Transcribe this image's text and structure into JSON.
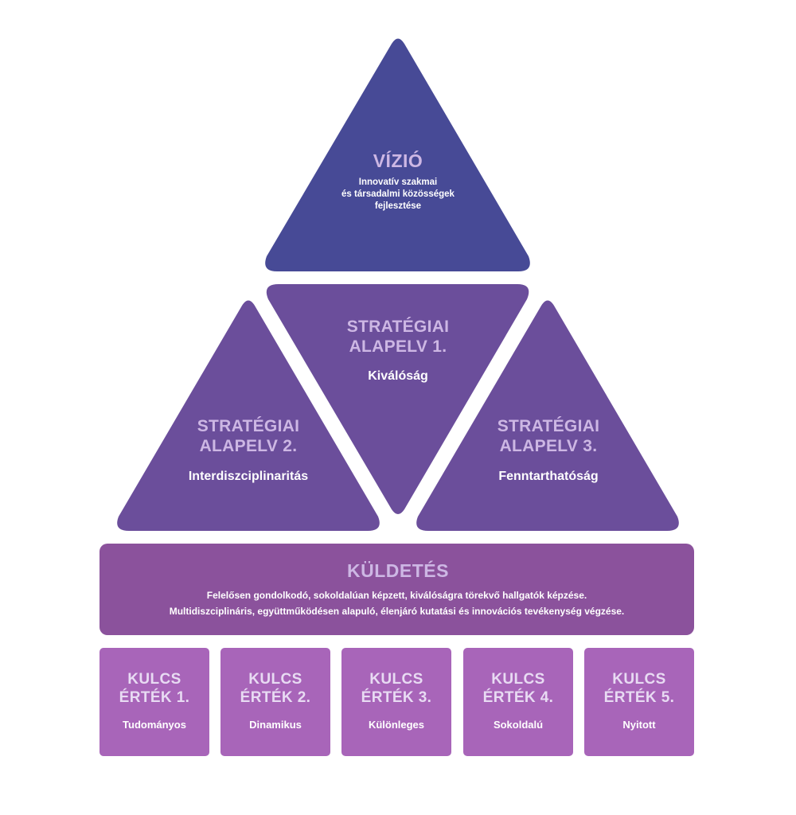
{
  "colors": {
    "vision": "#474a96",
    "principles": "#6b4e9b",
    "mission": "#8b529c",
    "values": "#a865b9",
    "heading_text": "#cdb7e4",
    "body_text": "#ffffff"
  },
  "vision": {
    "title": "VÍZIÓ",
    "text_lines": [
      "Innovatív szakmai",
      "és társadalmi közösségek",
      "fejlesztése"
    ]
  },
  "principles": [
    {
      "title_line1": "STRATÉGIAI",
      "title_line2": "ALAPELV 1.",
      "subtitle": "Kiválóság"
    },
    {
      "title_line1": "STRATÉGIAI",
      "title_line2": "ALAPELV 2.",
      "subtitle": "Interdiszciplinaritás"
    },
    {
      "title_line1": "STRATÉGIAI",
      "title_line2": "ALAPELV 3.",
      "subtitle": "Fenntarthatóság"
    }
  ],
  "mission": {
    "title": "KÜLDETÉS",
    "lines": [
      "Felelősen gondolkodó, sokoldalúan képzett, kiválóságra törekvő hallgatók képzése.",
      "Multidiszciplináris, együttműködésen alapuló, élenjáró kutatási és innovációs tevékenység végzése."
    ]
  },
  "values": [
    {
      "title_line1": "KULCS",
      "title_line2": "ÉRTÉK 1.",
      "subtitle": "Tudományos"
    },
    {
      "title_line1": "KULCS",
      "title_line2": "ÉRTÉK 2.",
      "subtitle": "Dinamikus"
    },
    {
      "title_line1": "KULCS",
      "title_line2": "ÉRTÉK 3.",
      "subtitle": "Különleges"
    },
    {
      "title_line1": "KULCS",
      "title_line2": "ÉRTÉK 4.",
      "subtitle": "Sokoldalú"
    },
    {
      "title_line1": "KULCS",
      "title_line2": "ÉRTÉK 5.",
      "subtitle": "Nyitott"
    }
  ]
}
